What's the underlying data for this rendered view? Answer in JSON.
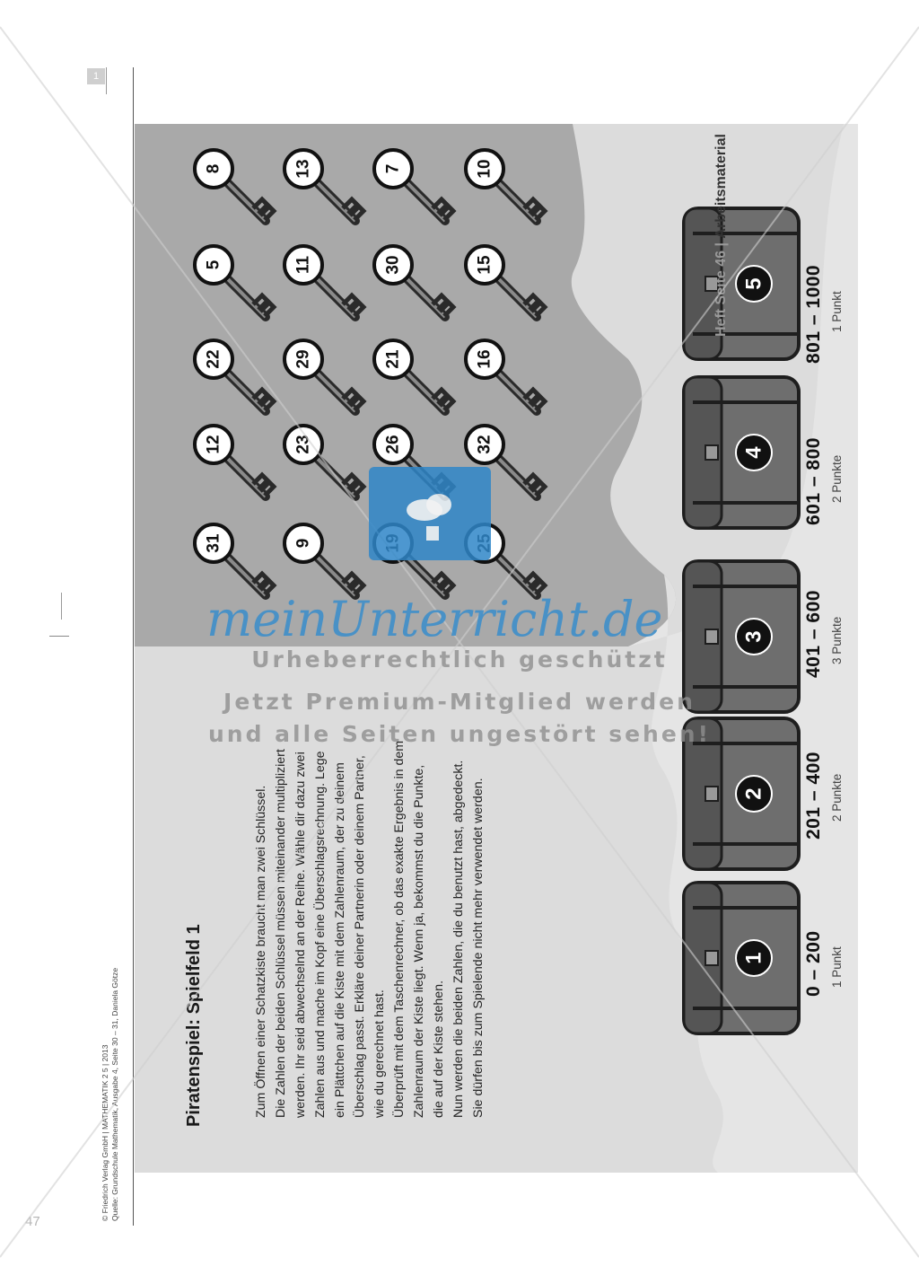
{
  "page_number": "47",
  "badge": "1",
  "header": {
    "ref": "Heft Seite 46",
    "sep": " | ",
    "section": "Arbeitsmaterial"
  },
  "credit": {
    "line1": "© Friedrich Verlag GmbH | MATHEMATIK 2 5 | 2013",
    "line2": "Quelle: Grundschule Mathematik, Ausgabe 4, Seite 30 – 31, Daniela Götze"
  },
  "title": "Piratenspiel: Spielfeld 1",
  "instructions": [
    "Zum Öffnen einer Schatzkiste braucht man zwei Schlüssel.",
    "Die Zahlen der beiden Schlüssel müssen miteinander multipliziert",
    "werden. Ihr seid abwechselnd an der Reihe. Wähle dir dazu zwei",
    "Zahlen aus und mache im Kopf eine Überschlagsrechnung. Lege",
    "ein Plättchen auf die Kiste mit dem Zahlenraum, der zu deinem",
    "Überschlag passt. Erkläre deiner Partnerin oder deinem Partner,",
    "wie du gerechnet hast.",
    "Überprüft mit dem Taschenrechner, ob das exakte Ergebnis in dem",
    "Zahlenraum der Kiste liegt. Wenn ja, bekommst du die Punkte,",
    "die auf der Kiste stehen.",
    "Nun werden die beiden Zahlen, die du benutzt hast, abgedeckt.",
    "Sie dürfen bis zum Spielende nicht mehr verwendet werden."
  ],
  "keys": [
    [
      "31",
      "12",
      "22",
      "5",
      "8"
    ],
    [
      "9",
      "23",
      "29",
      "11",
      "13"
    ],
    [
      "19",
      "26",
      "21",
      "30",
      "7"
    ],
    [
      "25",
      "32",
      "16",
      "15",
      "10"
    ]
  ],
  "chests": [
    {
      "number": "1",
      "range": "0 – 200",
      "points": "1 Punkt"
    },
    {
      "number": "2",
      "range": "201 – 400",
      "points": "2 Punkte"
    },
    {
      "number": "3",
      "range": "401 – 600",
      "points": "3 Punkte"
    },
    {
      "number": "4",
      "range": "601 – 800",
      "points": "2 Punkte"
    },
    {
      "number": "5",
      "range": "801 – 1000",
      "points": "1 Punkt"
    }
  ],
  "watermark": {
    "logo": "meinUnterricht.de",
    "line1": "Urheberrechtlich geschützt",
    "line2": "Jetzt Premium-Mitglied werden",
    "line3": "und alle Seiten ungestört sehen!"
  }
}
